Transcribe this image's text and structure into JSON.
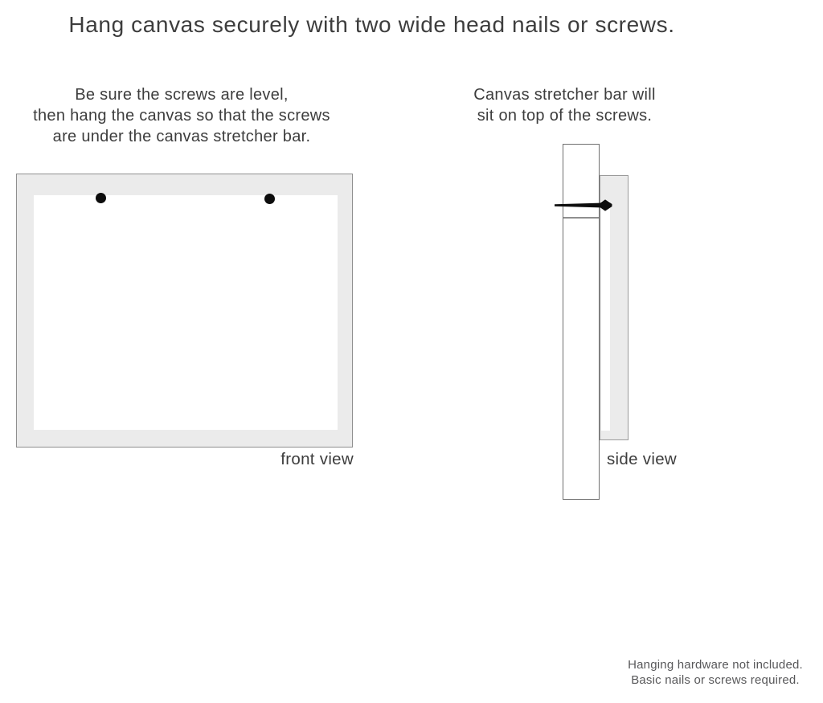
{
  "title": "Hang canvas securely with two wide head nails or screws.",
  "front_view": {
    "instructions": [
      "Be sure the screws are level,",
      "then hang the canvas so that the screws",
      "are under the canvas stretcher bar."
    ],
    "label": "front view",
    "screw_count": 2
  },
  "side_view": {
    "instructions": [
      "Canvas stretcher bar will",
      "sit on top of the screws."
    ],
    "label": "side view"
  },
  "footnote": [
    "Hanging hardware not included.",
    "Basic nails or screws required."
  ],
  "icons": {
    "screw_dot": "filled-circle",
    "nail": "horizontal-nail-silhouette-pointing-right"
  },
  "colors": {
    "background": "#ffffff",
    "text": "#3d3d3d",
    "muted_text": "#58585a",
    "canvas_fill": "#ebebeb",
    "canvas_border": "#8f8f8f",
    "canvas_border2": "#9a9a9a",
    "bar_border": "#6f6f6f",
    "nail": "#0d0d0d"
  }
}
